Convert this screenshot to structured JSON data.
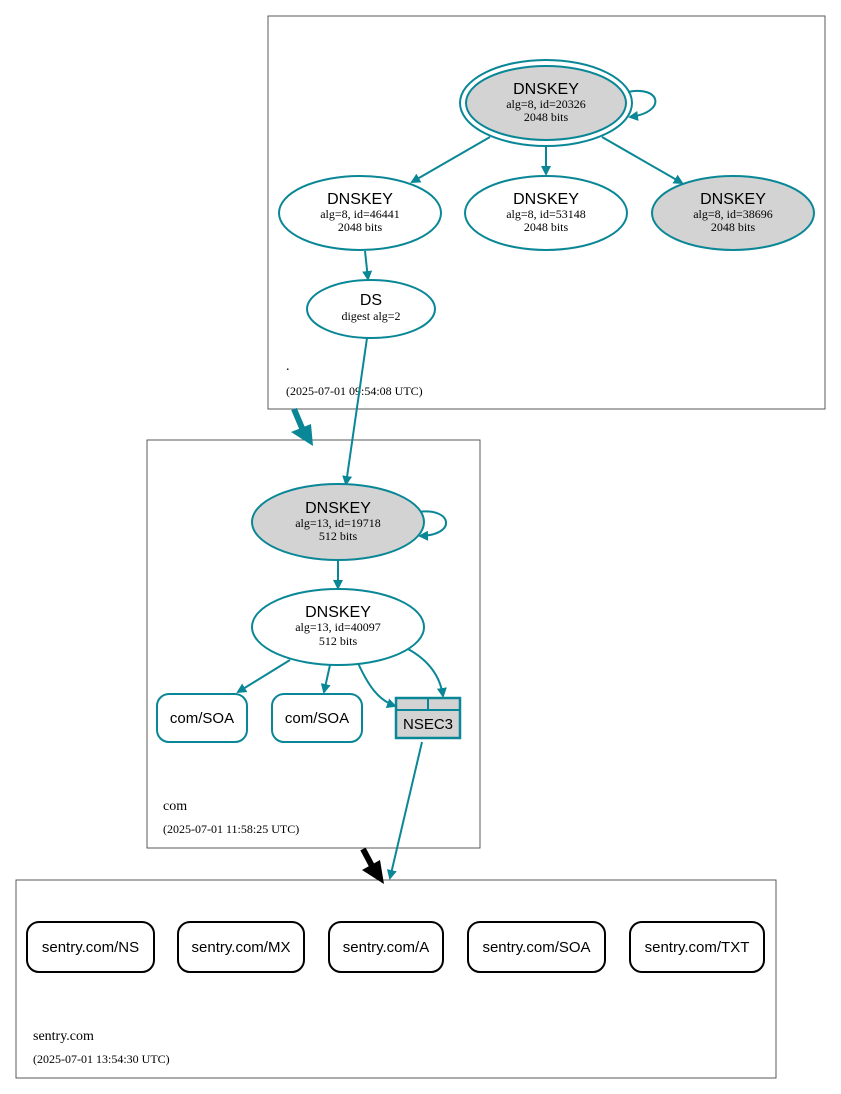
{
  "colors": {
    "edge": "#0a8796",
    "node_fill_gray": "#d3d3d3",
    "zone_border": "#595959",
    "delegation_black": "#000000"
  },
  "zones": {
    "root": {
      "name": ".",
      "timestamp": "(2025-07-01 09:54:08 UTC)",
      "ksk": {
        "title": "DNSKEY",
        "detail": "alg=8, id=20326",
        "size": "2048 bits"
      },
      "zsk1": {
        "title": "DNSKEY",
        "detail": "alg=8, id=46441",
        "size": "2048 bits"
      },
      "zsk2": {
        "title": "DNSKEY",
        "detail": "alg=8, id=53148",
        "size": "2048 bits"
      },
      "zsk3": {
        "title": "DNSKEY",
        "detail": "alg=8, id=38696",
        "size": "2048 bits"
      },
      "ds": {
        "title": "DS",
        "detail": "digest alg=2"
      }
    },
    "com": {
      "name": "com",
      "timestamp": "(2025-07-01 11:58:25 UTC)",
      "ksk": {
        "title": "DNSKEY",
        "detail": "alg=13, id=19718",
        "size": "512 bits"
      },
      "zsk": {
        "title": "DNSKEY",
        "detail": "alg=13, id=40097",
        "size": "512 bits"
      },
      "soa1": "com/SOA",
      "soa2": "com/SOA",
      "nsec3": "NSEC3"
    },
    "sentry": {
      "name": "sentry.com",
      "timestamp": "(2025-07-01 13:54:30 UTC)",
      "records": [
        "sentry.com/NS",
        "sentry.com/MX",
        "sentry.com/A",
        "sentry.com/SOA",
        "sentry.com/TXT"
      ]
    }
  }
}
